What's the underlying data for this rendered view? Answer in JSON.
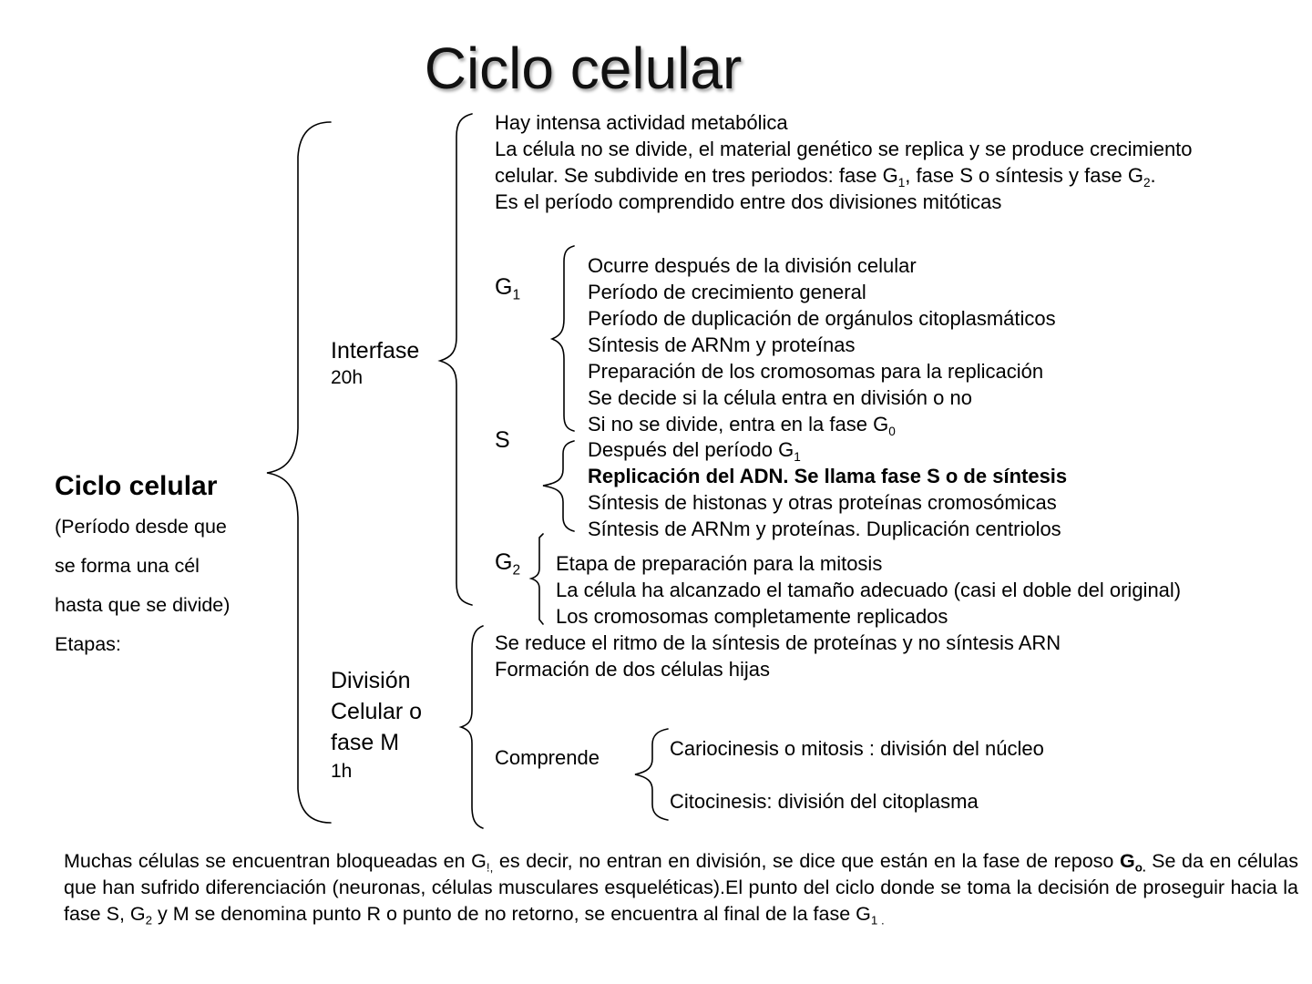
{
  "title": "Ciclo celular",
  "root": {
    "heading": "Ciclo celular",
    "description_lines": [
      "(Período desde que",
      "se forma una cél",
      "hasta que se divide)",
      "Etapas:"
    ]
  },
  "interfase": {
    "label": "Interfase",
    "duration": "20h",
    "info": [
      "Hay intensa actividad metabólica",
      "La célula no se divide, el material genético se replica y se produce crecimiento",
      "celular. Se subdivide en tres periodos: fase G",
      "1",
      ", fase S o síntesis y fase G",
      "2",
      ".",
      "Es el período comprendido entre dos divisiones mitóticas"
    ],
    "g1": {
      "label": "G",
      "sub": "1",
      "items": [
        "Ocurre después de la división celular",
        "Período de crecimiento general",
        "Período de duplicación de orgánulos citoplasmáticos",
        "Síntesis de ARNm y proteínas",
        "Preparación de los cromosomas para la replicación",
        "Se decide si la célula entra en división o no",
        "Si no se divide, entra en la fase G"
      ],
      "last_sub": "0"
    },
    "s": {
      "label": "S",
      "items": [
        "Después del período G",
        "1",
        "Replicación del ADN. Se llama fase S o de síntesis",
        "Síntesis de histonas y otras proteínas cromosómicas",
        "Síntesis de ARNm y proteínas. Duplicación centriolos"
      ]
    },
    "g2": {
      "label": "G",
      "sub": "2",
      "items": [
        "Etapa de preparación para la mitosis",
        "La célula ha alcanzado el tamaño adecuado (casi el doble del original)",
        "Los cromosomas completamente replicados"
      ]
    }
  },
  "division": {
    "label_lines": [
      "División",
      "Celular  o",
      "fase M"
    ],
    "duration": "1h",
    "info": [
      "Se reduce el ritmo de la síntesis de proteínas y no síntesis ARN",
      "Formación de dos células hijas"
    ],
    "comprende": {
      "label": "Comprende",
      "items": [
        "Cariocinesis o mitosis : división del núcleo",
        "Citocinesis: división del citoplasma"
      ]
    }
  },
  "footnote": {
    "p1": "Muchas células se encuentran bloqueadas en G",
    "p1_sub": "!,",
    "p2": " es decir, no entran en división, se dice que están en la fase de reposo ",
    "p2_bold": "G",
    "p2_bold_sub": "o.",
    "p3": " Se da en células que han sufrido diferenciación (neuronas, células musculares esqueléticas).El punto del ciclo donde se toma la decisión de proseguir hacia la fase S, G",
    "p3_sub": "2",
    "p4": " y M se denomina punto R o punto de no retorno, se encuentra al final de la fase G",
    "p4_sub": "1 ."
  }
}
